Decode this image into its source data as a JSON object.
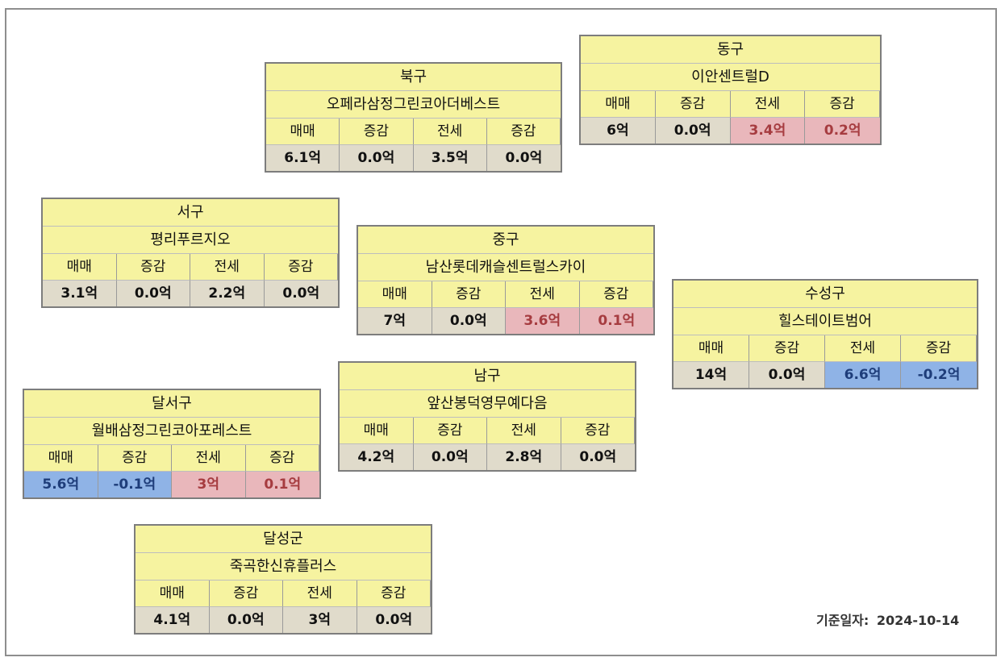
{
  "headers": [
    "매매",
    "증감",
    "전세",
    "증감"
  ],
  "date": {
    "label": "기준일자:",
    "value": "2024-10-14"
  },
  "cards": [
    {
      "district": "북구",
      "apt": "오페라삼정그린코아더베스트",
      "values": [
        "6.1억",
        "0.0억",
        "3.5억",
        "0.0억"
      ],
      "tones": [
        "",
        "",
        "",
        ""
      ]
    },
    {
      "district": "동구",
      "apt": "이안센트럴D",
      "values": [
        "6억",
        "0.0억",
        "3.4억",
        "0.2억"
      ],
      "tones": [
        "",
        "",
        "red",
        "red"
      ]
    },
    {
      "district": "서구",
      "apt": "평리푸르지오",
      "values": [
        "3.1억",
        "0.0억",
        "2.2억",
        "0.0억"
      ],
      "tones": [
        "",
        "",
        "",
        ""
      ]
    },
    {
      "district": "중구",
      "apt": "남산롯데캐슬센트럴스카이",
      "values": [
        "7억",
        "0.0억",
        "3.6억",
        "0.1억"
      ],
      "tones": [
        "",
        "",
        "red",
        "red"
      ]
    },
    {
      "district": "수성구",
      "apt": "힐스테이트범어",
      "values": [
        "14억",
        "0.0억",
        "6.6억",
        "-0.2억"
      ],
      "tones": [
        "",
        "",
        "blue",
        "blue"
      ]
    },
    {
      "district": "남구",
      "apt": "앞산봉덕영무예다음",
      "values": [
        "4.2억",
        "0.0억",
        "2.8억",
        "0.0억"
      ],
      "tones": [
        "",
        "",
        "",
        ""
      ]
    },
    {
      "district": "달서구",
      "apt": "월배삼정그린코아포레스트",
      "values": [
        "5.6억",
        "-0.1억",
        "3억",
        "0.1억"
      ],
      "tones": [
        "blue",
        "blue",
        "red",
        "red"
      ]
    },
    {
      "district": "달성군",
      "apt": "죽곡한신휴플러스",
      "values": [
        "4.1억",
        "0.0억",
        "3억",
        "0.0억"
      ],
      "tones": [
        "",
        "",
        "",
        ""
      ]
    }
  ]
}
